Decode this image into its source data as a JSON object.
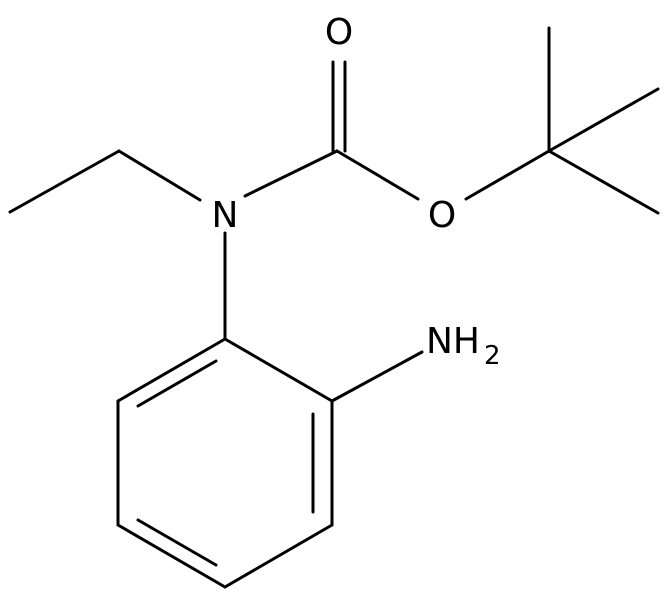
{
  "molecule": {
    "atoms": {
      "carbonyl_oxygen": "O",
      "ester_oxygen": "O",
      "amide_nitrogen": "N",
      "amine_group": "NH",
      "amine_subscript": "2"
    }
  },
  "colors": {
    "bond": "#000000",
    "label": "#000000",
    "background": "#ffffff"
  }
}
